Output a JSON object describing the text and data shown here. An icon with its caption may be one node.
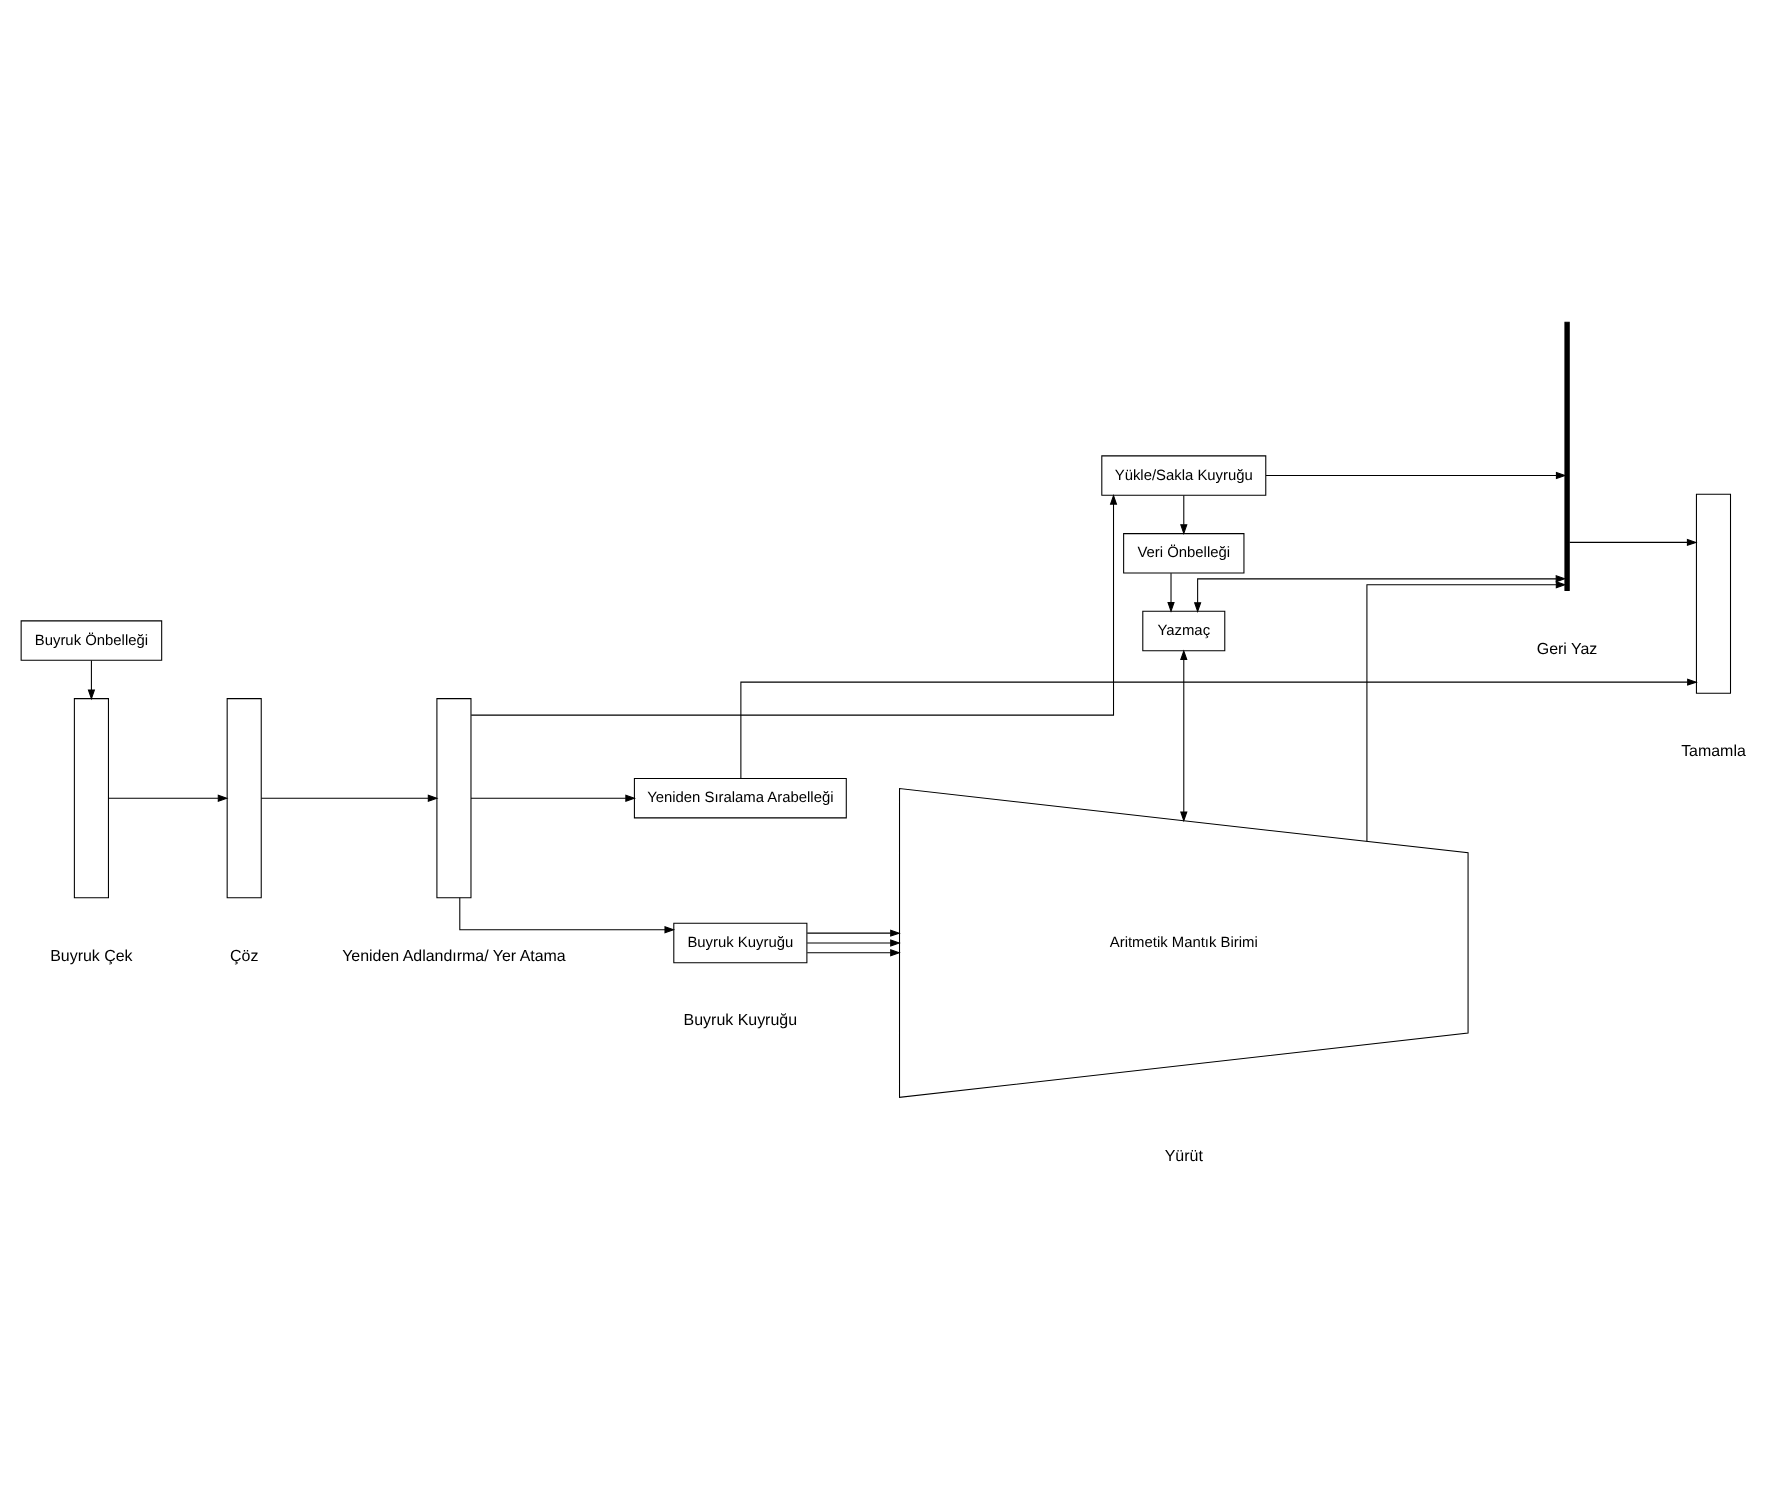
{
  "diagram": {
    "nodes": [
      {
        "text": [
          "Buyruk Önbelleği"
        ]
      },
      {
        "text": [],
        "shape": "bar"
      },
      {
        "text": [],
        "shape": "bar"
      },
      {
        "text": [],
        "shape": "bar"
      },
      {
        "text": [
          "Yükle/Sakla Kuyruğu"
        ]
      },
      {
        "text": [
          "Veri Önbelleği"
        ]
      },
      {
        "text": [
          "Yeniden Sıralama Arabelleği"
        ]
      },
      {
        "text": [
          "Yazmaç"
        ]
      },
      {
        "text": [
          "Buyruk Kuyruğu"
        ]
      },
      {
        "text": [
          "Aritmetik Mantık Birimi"
        ]
      },
      {
        "text": [],
        "shape": "bar"
      },
      {
        "text": [],
        "shape": "bar"
      }
    ],
    "edges": [
      {
        "from": 0,
        "to": 1,
        "arrow": "to"
      },
      {
        "from": 1,
        "to": 2,
        "arrow": "to"
      },
      {
        "from": 2,
        "to": 3,
        "arrow": "to"
      },
      {
        "from": 3,
        "to": 4,
        "arrow": "to"
      },
      {
        "from": 3,
        "to": 6,
        "arrow": "to"
      },
      {
        "from": 3,
        "to": 8,
        "arrow": "to"
      },
      {
        "from": 4,
        "to": 5,
        "arrow": "to"
      },
      {
        "from": 5,
        "to": 7,
        "arrow": "to"
      },
      {
        "from": 6,
        "to": 10,
        "arrow": "to"
      },
      {
        "from": 7,
        "to": 9,
        "arrow": "both"
      },
      {
        "from": 8,
        "to": 9,
        "arrow": "to"
      },
      {
        "from": 8,
        "to": 9,
        "arrow": "to"
      },
      {
        "from": 8,
        "to": 9,
        "arrow": "to"
      },
      {
        "from": 4,
        "to": 11,
        "arrow": "to"
      },
      {
        "from": 7,
        "to": 11,
        "arrow": "both"
      },
      {
        "from": 9,
        "to": 11,
        "arrow": "to"
      },
      {
        "from": 11,
        "to": 10,
        "arrow": "to"
      }
    ],
    "labels": [
      "Buyruk Çek",
      "Çöz",
      "Yeniden Adlandırma/ Yer Atama",
      "Buyruk Kuyruğu",
      "Yürüt",
      "Geri Yaz",
      "Tamamla"
    ]
  }
}
